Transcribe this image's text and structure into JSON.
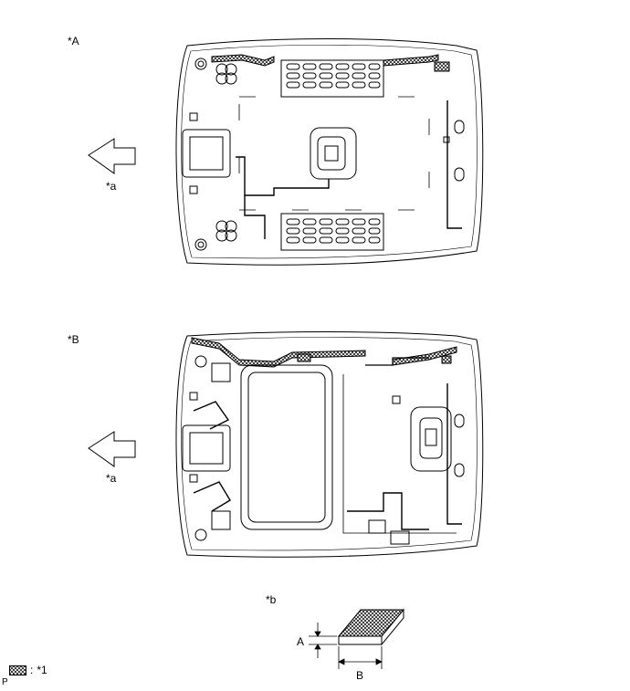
{
  "labels": {
    "view_a": "*A",
    "view_b": "*B",
    "front_a": "*a",
    "front_b": "*a",
    "detail": "*b",
    "dim_a": "A",
    "dim_b": "B",
    "legend_sep": ":",
    "legend_value": "*1",
    "footer": "P"
  }
}
